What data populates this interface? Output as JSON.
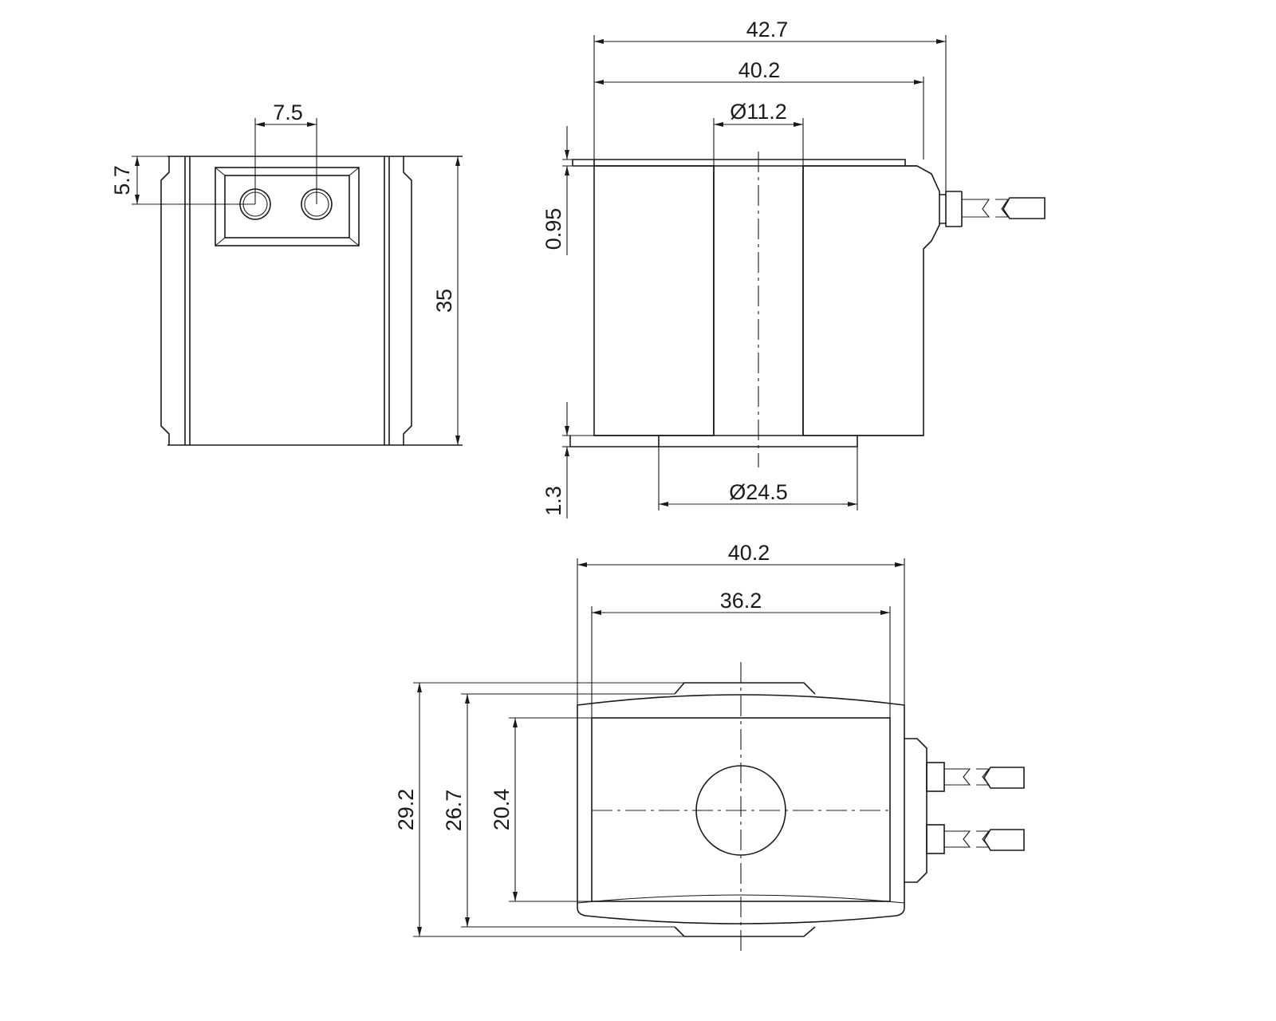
{
  "colors": {
    "line": "#1a1a1a",
    "background": "#ffffff"
  },
  "front_view": {
    "pin_spacing": "7.5",
    "pin_offset": "5.7",
    "height": "35"
  },
  "section_view": {
    "overall_length": "42.7",
    "body_length": "40.2",
    "bore_diameter": "Ø11.2",
    "top_flange": "0.95",
    "bottom_flange": "1.3",
    "base_diameter": "Ø24.5"
  },
  "bottom_view": {
    "body_width": "40.2",
    "inner_width": "36.2",
    "overall_height": "29.2",
    "body_height": "26.7",
    "inner_height": "20.4"
  }
}
